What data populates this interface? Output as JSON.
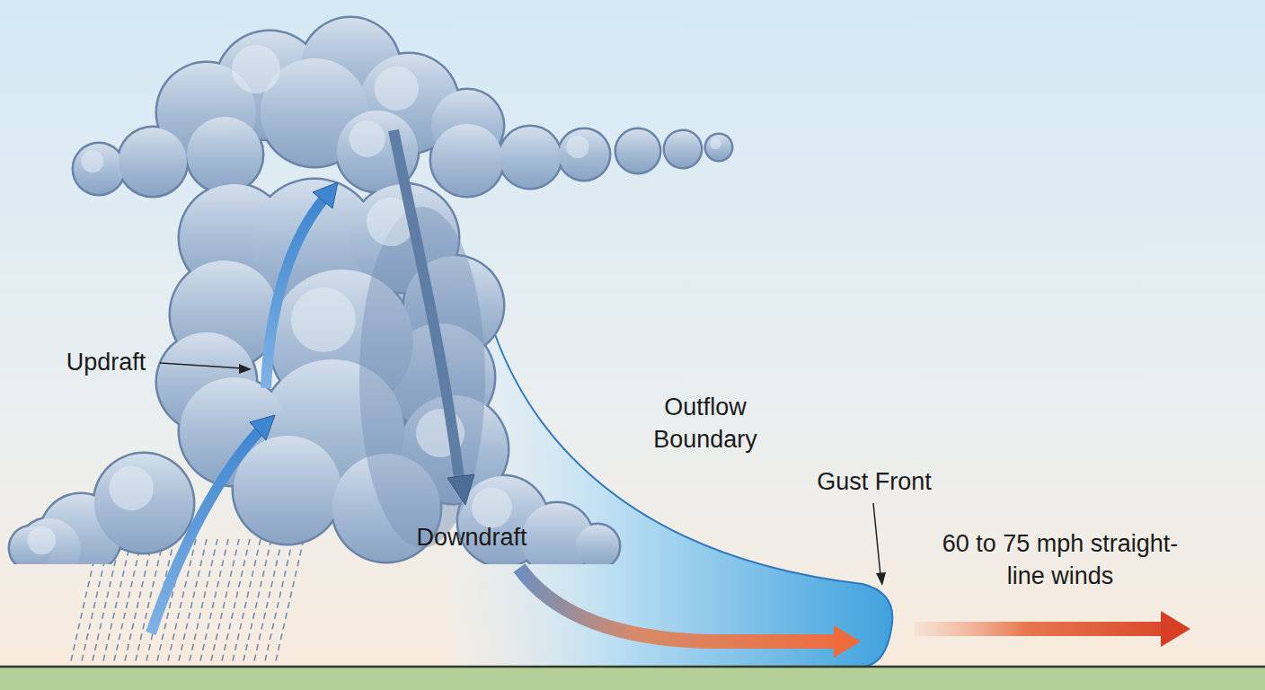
{
  "diagram": {
    "labels": [
      "Updraft",
      "Downdraft",
      "Outflow Boundary",
      "Gust Front",
      "60 to 75 mph straight-line winds"
    ]
  }
}
